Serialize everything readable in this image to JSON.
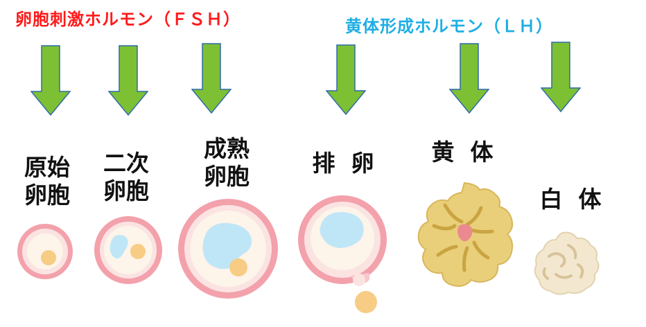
{
  "hormones": {
    "fsh": "卵胞刺激ホルモン（ＦＳＨ）",
    "lh": "黄体形成ホルモン（ＬＨ）"
  },
  "colors": {
    "fsh": "#ff1a1a",
    "lh": "#1eaee4",
    "arrow": "#7dc034",
    "follicle_ring": "#f3a1ab",
    "antrum": "#bfe6f7",
    "oocyte": "#f7cc84",
    "corpus_luteum": "#e9cf7a",
    "corpus_albicans": "#f3e8cf"
  },
  "stages": [
    {
      "label": "原始\n卵胞",
      "cell": "primordial-follicle"
    },
    {
      "label": "二次\n卵胞",
      "cell": "secondary-follicle"
    },
    {
      "label": "成熟\n卵胞",
      "cell": "mature-follicle"
    },
    {
      "label": "排  卵",
      "cell": "ovulation"
    },
    {
      "label": "黄  体",
      "cell": "corpus-luteum"
    },
    {
      "label": "白  体",
      "cell": "corpus-albicans"
    }
  ]
}
